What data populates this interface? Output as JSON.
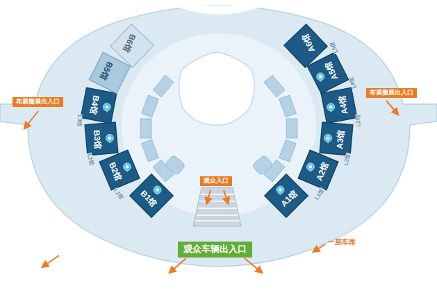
{
  "diagram": {
    "nodes": [
      {
        "text": [
          "B1馆"
        ]
      },
      {
        "text": [
          "B2馆"
        ]
      },
      {
        "text": [
          "B3馆"
        ]
      },
      {
        "text": [
          "B4馆"
        ]
      },
      {
        "text": [
          "B5馆"
        ]
      },
      {
        "text": [
          "B6馆"
        ]
      },
      {
        "text": [
          "A1馆"
        ]
      },
      {
        "text": [
          "A2馆"
        ]
      },
      {
        "text": [
          "A3馆"
        ]
      },
      {
        "text": [
          "A4馆"
        ]
      },
      {
        "text": [
          "A5馆"
        ]
      },
      {
        "text": [
          "A6馆"
        ]
      },
      {
        "text": [
          "布展撤展出入口"
        ]
      },
      {
        "text": [
          "布展撤展出入口"
        ]
      },
      {
        "text": [
          "观众入口"
        ]
      },
      {
        "text": [
          "观众车辆出入口"
        ]
      }
    ],
    "labels": [
      "L1馆",
      "L2馆",
      "L3馆",
      "L1馆",
      "L2馆",
      "L3馆",
      "L4馆",
      "L5馆",
      "一层车库"
    ]
  }
}
